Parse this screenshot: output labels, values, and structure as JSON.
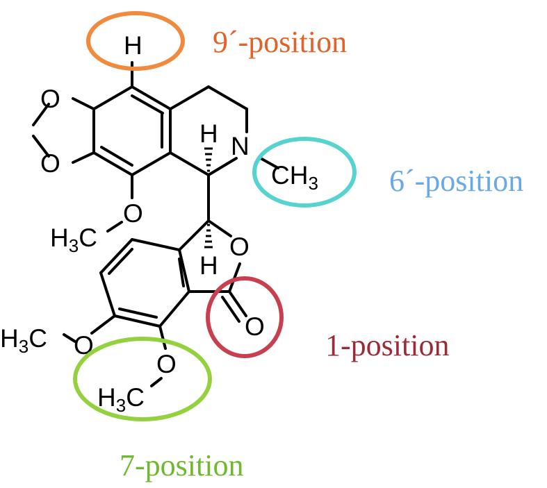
{
  "atoms": {
    "h_top": "H",
    "o_dioxole_top": "O",
    "o_dioxole_bottom": "O",
    "h_stereo_top": "H",
    "n": "N",
    "ch3_n": {
      "main": "CH",
      "sub": "3"
    },
    "o_methoxy_9": "O",
    "h3c_methoxy_9": {
      "main": "H",
      "sub": "3",
      "tail": "C"
    },
    "o_lactone_ring": "O",
    "h_stereo_bottom": "H",
    "o_carbonyl": "O",
    "h3c_methoxy_6": {
      "main": "H",
      "sub": "3",
      "tail": "C"
    },
    "o_methoxy_6": "O",
    "o_methoxy_7": "O",
    "h3c_methoxy_7": {
      "main": "H",
      "sub": "3",
      "tail": "C"
    }
  },
  "labels": {
    "pos_9": "9´-position",
    "pos_6": "6´-position",
    "pos_1": "1-position",
    "pos_7": "7-position"
  },
  "colors": {
    "pos_9": "#f08a3c",
    "pos_6": "#56d3cf",
    "pos_1": "#c8404f",
    "pos_7": "#93d13e",
    "label_9": "#e2622a",
    "label_6": "#6aa9e8",
    "label_1": "#9b2b38",
    "label_7": "#6fb82f"
  }
}
